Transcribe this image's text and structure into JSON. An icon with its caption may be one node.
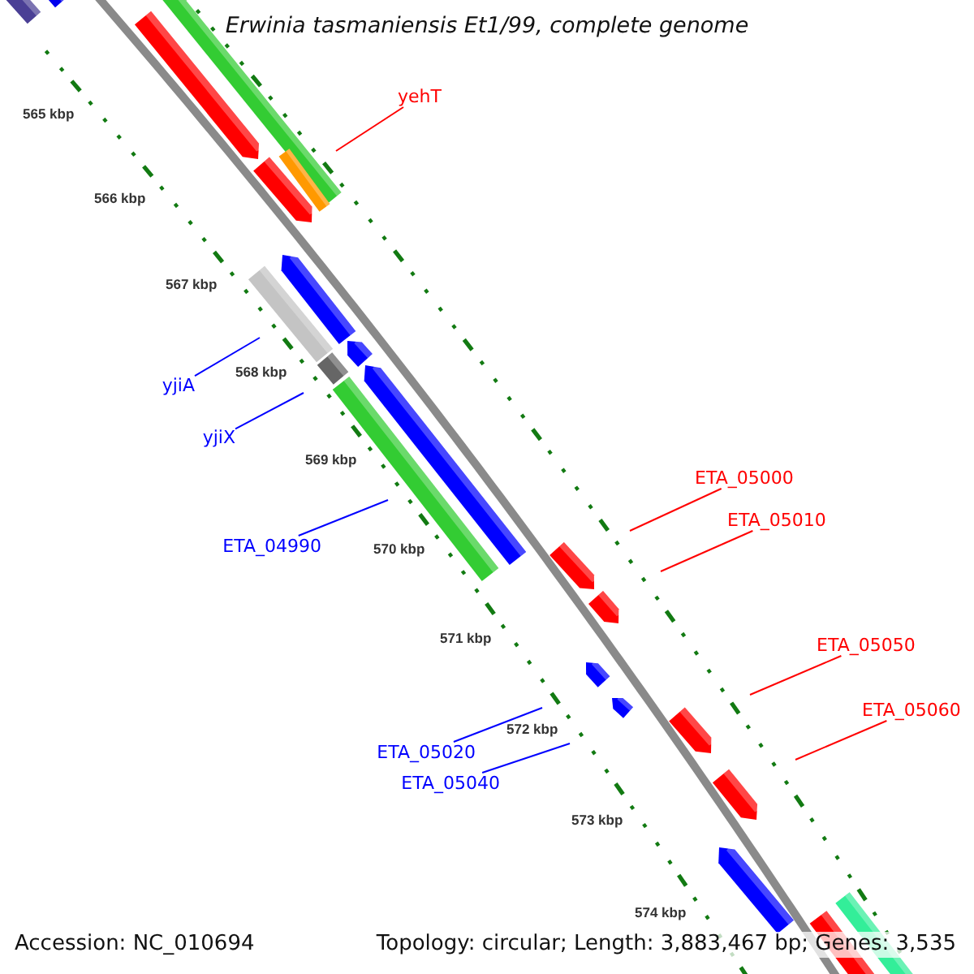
{
  "diagram": {
    "title": "Erwinia tasmaniensis Et1/99, complete genome",
    "nodes": [
      {
        "text": [
          "yehT"
        ]
      },
      {
        "text": [
          "yjiA"
        ]
      },
      {
        "text": [
          "yjiX"
        ]
      },
      {
        "text": [
          "ETA_05000"
        ]
      },
      {
        "text": [
          "ETA_05010"
        ]
      },
      {
        "text": [
          "ETA_04990"
        ]
      },
      {
        "text": [
          "ETA_05050"
        ]
      },
      {
        "text": [
          "ETA_05060"
        ]
      },
      {
        "text": [
          "ETA_05020"
        ]
      },
      {
        "text": [
          "ETA_05040"
        ]
      }
    ],
    "edges": [
      {
        "from": 0,
        "to": null,
        "arrow": "none",
        "color": "#ff0000"
      },
      {
        "from": 1,
        "to": null,
        "arrow": "none",
        "color": "#0000ff"
      },
      {
        "from": 2,
        "to": null,
        "arrow": "none",
        "color": "#0000ff"
      },
      {
        "from": 3,
        "to": null,
        "arrow": "none",
        "color": "#ff0000"
      },
      {
        "from": 4,
        "to": null,
        "arrow": "none",
        "color": "#ff0000"
      },
      {
        "from": 5,
        "to": null,
        "arrow": "none",
        "color": "#0000ff"
      },
      {
        "from": 6,
        "to": null,
        "arrow": "none",
        "color": "#ff0000"
      },
      {
        "from": 7,
        "to": null,
        "arrow": "none",
        "color": "#ff0000"
      },
      {
        "from": 8,
        "to": null,
        "arrow": "none",
        "color": "#0000ff"
      },
      {
        "from": 9,
        "to": null,
        "arrow": "none",
        "color": "#0000ff"
      }
    ],
    "labels": [
      "565 kbp",
      "566 kbp",
      "567 kbp",
      "568 kbp",
      "569 kbp",
      "570 kbp",
      "571 kbp",
      "572 kbp",
      "573 kbp",
      "574 kbp",
      "Accession: NC_010694",
      "Topology: circular; Length: 3,883,467 bp; Genes: 3,535"
    ]
  }
}
